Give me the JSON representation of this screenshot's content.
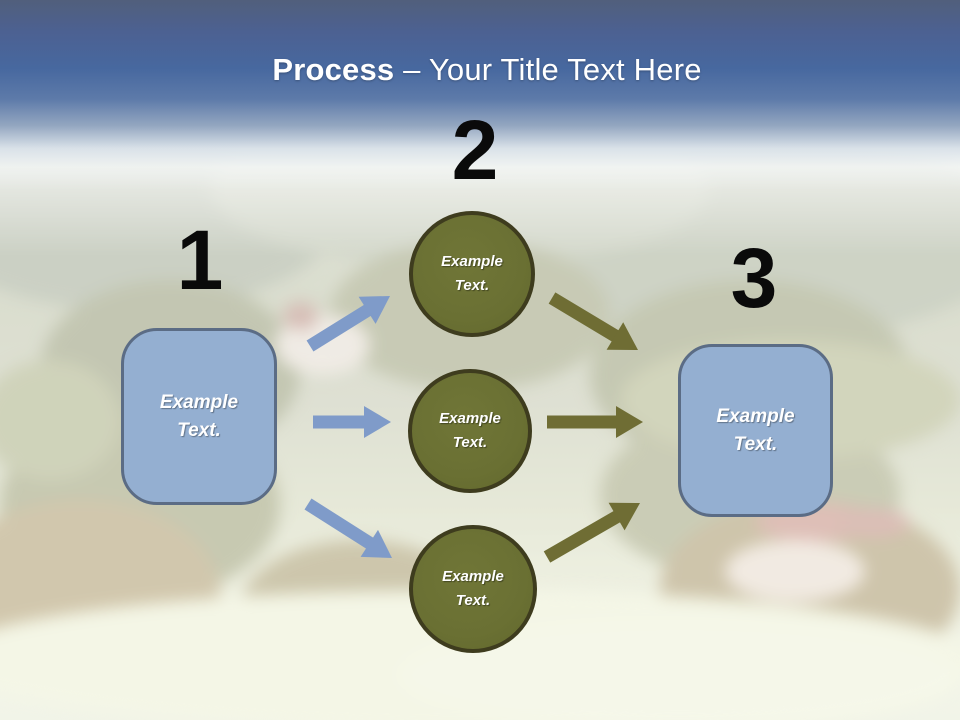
{
  "slide": {
    "title": {
      "emphasis": "Process",
      "rest": " – Your Title Text Here"
    }
  },
  "diagram": {
    "step_numbers": [
      "1",
      "2",
      "3"
    ],
    "left_box": {
      "label": "Example Text."
    },
    "right_box": {
      "label": "Example Text."
    },
    "circles": [
      {
        "label": "Example Text."
      },
      {
        "label": "Example Text."
      },
      {
        "label": "Example Text."
      }
    ]
  },
  "colors": {
    "header_blue": "#47689f",
    "title_text": "#ffffff",
    "box_fill": "#94afd1",
    "box_border": "#5b6c85",
    "circle_fill": "#6a7033",
    "circle_border": "#3e3c1e",
    "blue_arrow": "#7f9bc9",
    "olive_arrow": "#6f6d34",
    "number_text": "#000000"
  }
}
